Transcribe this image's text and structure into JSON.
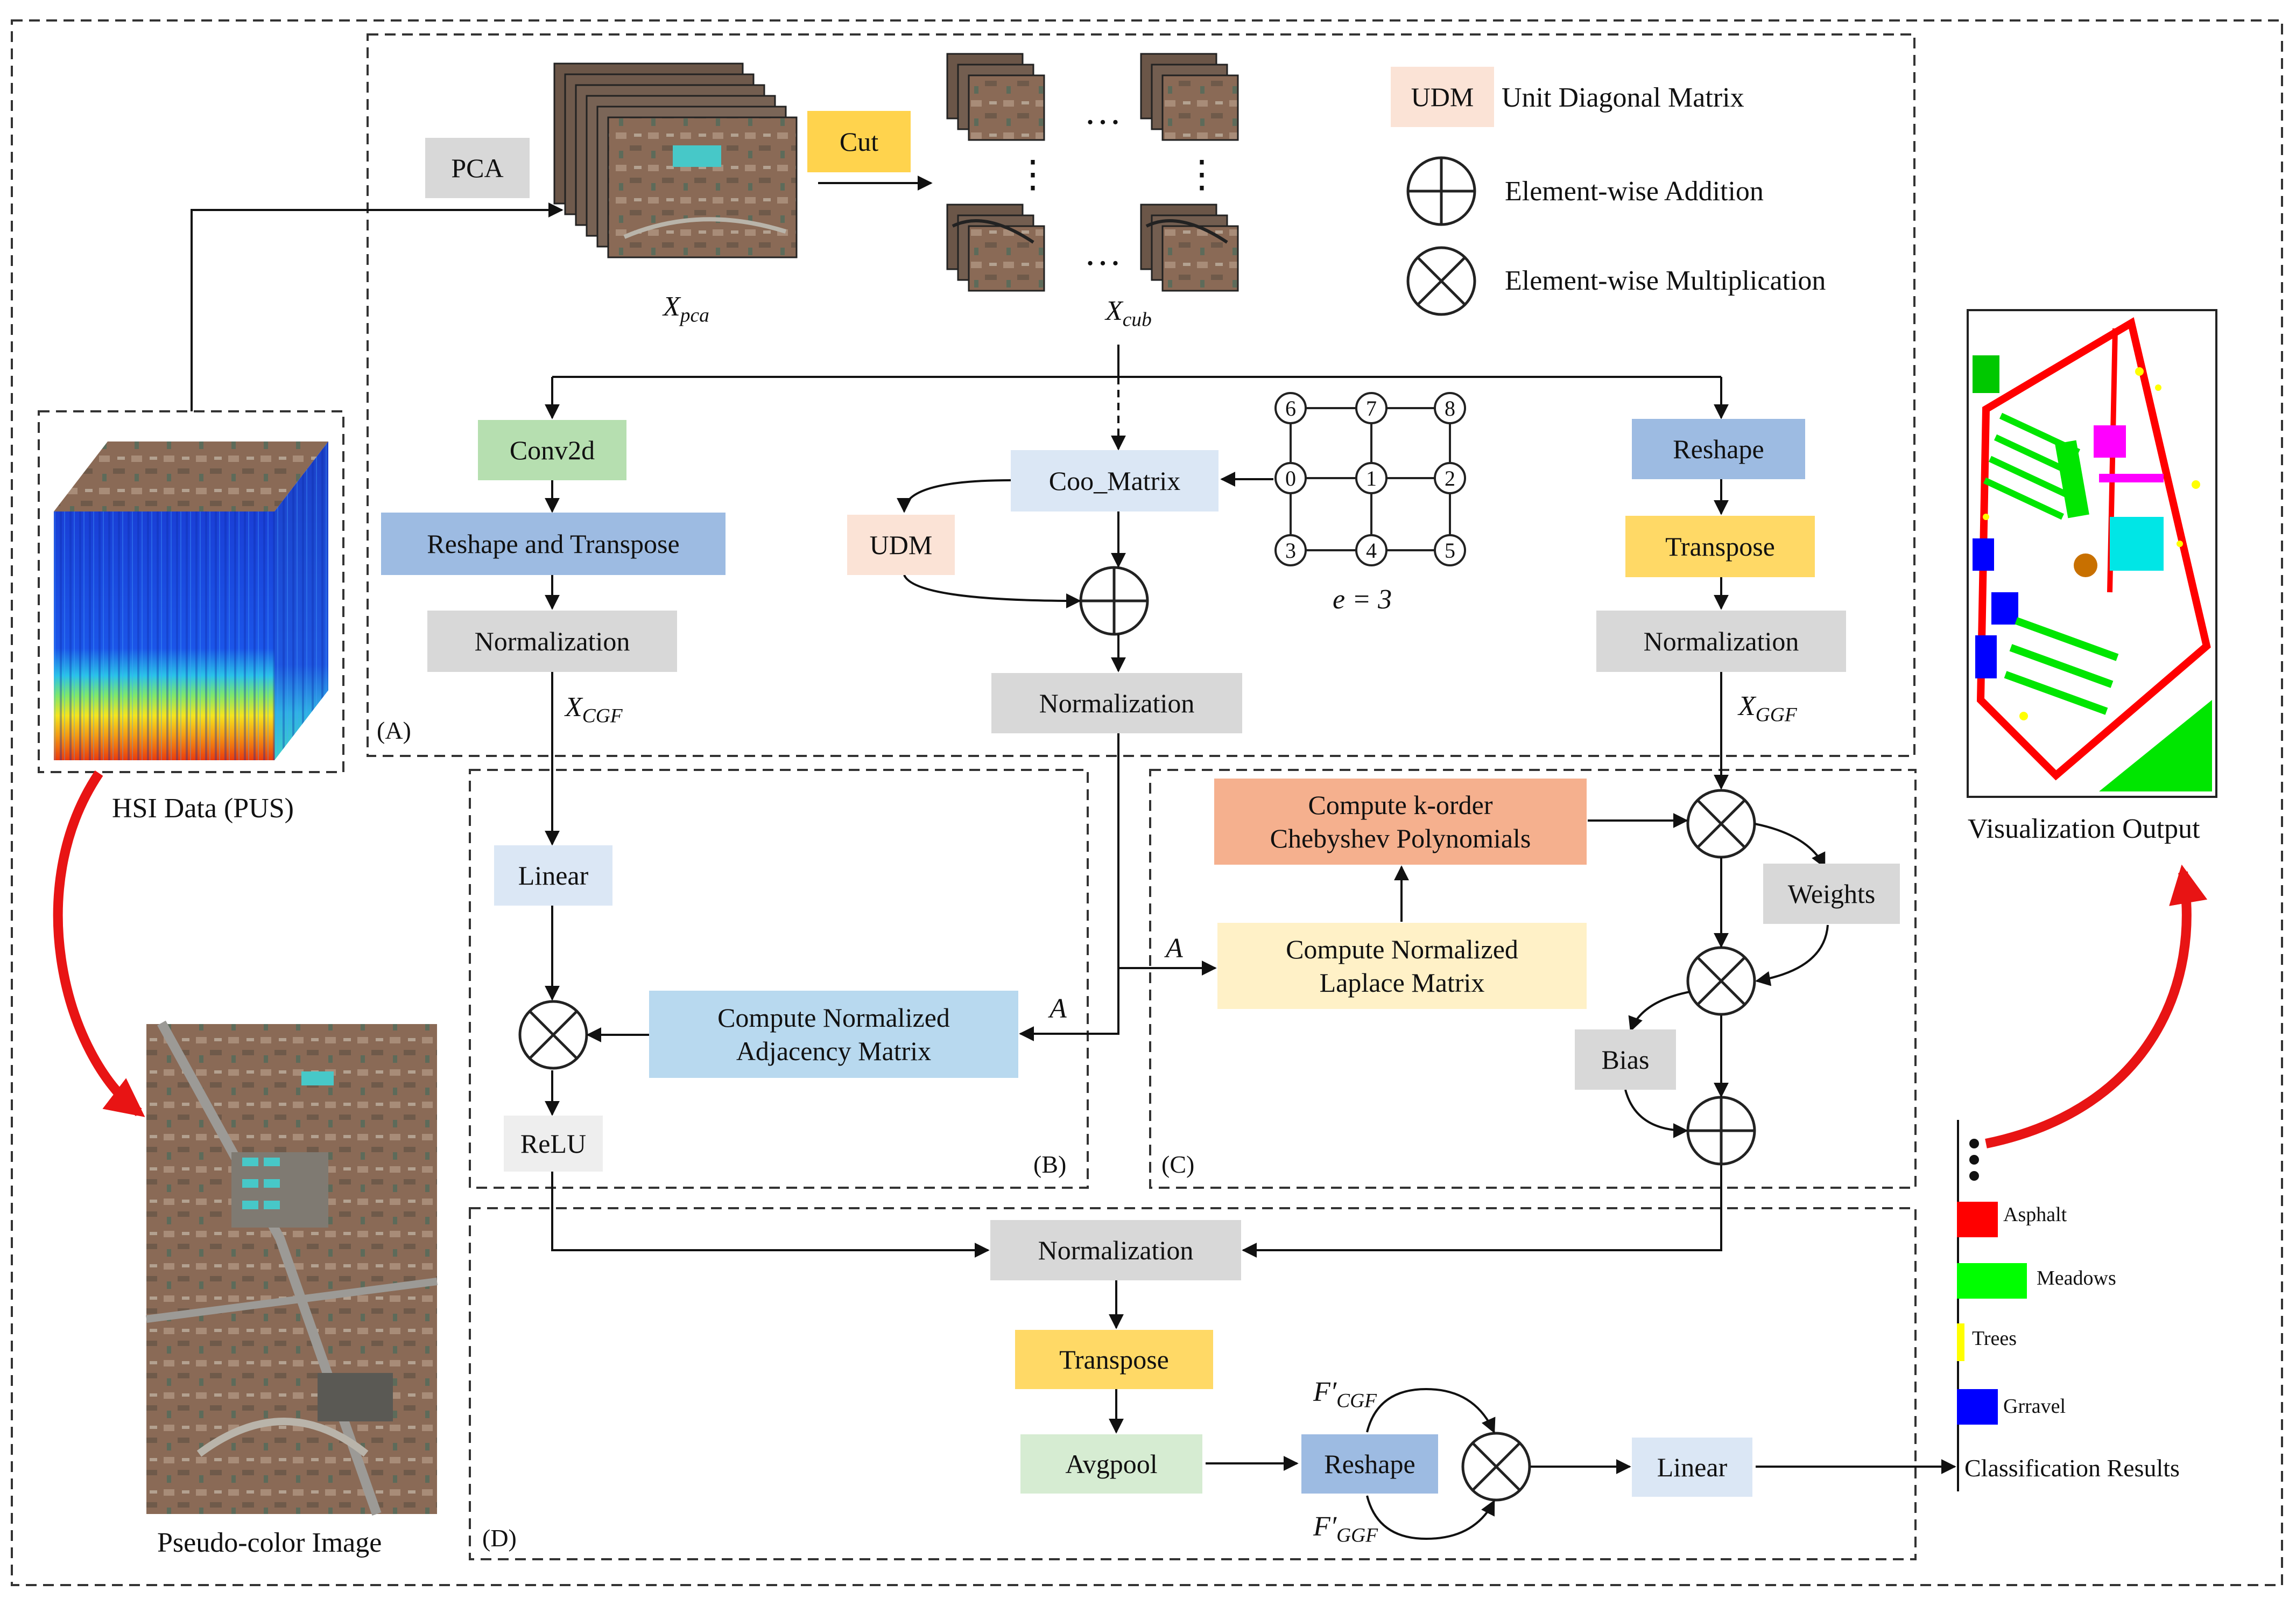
{
  "colors": {
    "grey": "#d8d8d8",
    "blue": "#9dbbe2",
    "lightblue": "#b8d9ef",
    "paleblue": "#dbe7f5",
    "green": "#b6dfb0",
    "yellow": "#ffd966",
    "paleyellow": "#fff1c7",
    "peach": "#fbe3d6",
    "orange": "#f5b08e",
    "cut": "#ffd34d"
  },
  "regions": {
    "a": "(A)",
    "b": "(B)",
    "c": "(C)",
    "d": "(D)"
  },
  "left": {
    "hsi_caption": "HSI Data (PUS)",
    "pseudo_caption": "Pseudo-color Image"
  },
  "top": {
    "pca": "PCA",
    "cut": "Cut",
    "x_pca_main": "X",
    "x_pca_sub": "pca",
    "x_cub_main": "X",
    "x_cub_sub": "cub",
    "dots": "…",
    "vdots": "⋮"
  },
  "legend_top": {
    "udm_abbr": "UDM",
    "udm_full": "Unit Diagonal Matrix",
    "add": "Element-wise Addition",
    "mul": "Element-wise Multiplication"
  },
  "branch_a": {
    "conv2d": "Conv2d",
    "reshape_transpose": "Reshape and Transpose",
    "normalization": "Normalization",
    "x_cgf_main": "X",
    "x_cgf_sub": "CGF"
  },
  "branch_mid": {
    "coo_matrix": "Coo_Matrix",
    "udm": "UDM",
    "normalization": "Normalization",
    "graph_nodes": [
      "6",
      "7",
      "8",
      "0",
      "1",
      "2",
      "3",
      "4",
      "5"
    ],
    "e_label": "e = 3"
  },
  "branch_right": {
    "reshape": "Reshape",
    "transpose": "Transpose",
    "normalization": "Normalization",
    "x_ggf_main": "X",
    "x_ggf_sub": "GGF"
  },
  "block_b": {
    "linear": "Linear",
    "relu": "ReLU",
    "adjacency_line1": "Compute Normalized",
    "adjacency_line2": "Adjacency Matrix",
    "a_label": "A"
  },
  "block_c": {
    "cheb_line1": "Compute k-order",
    "cheb_line2": "Chebyshev Polynomials",
    "laplace_line1": "Compute Normalized",
    "laplace_line2": "Laplace Matrix",
    "weights": "Weights",
    "bias": "Bias",
    "a_label": "A"
  },
  "block_d": {
    "normalization": "Normalization",
    "transpose": "Transpose",
    "avgpool": "Avgpool",
    "reshape": "Reshape",
    "linear": "Linear",
    "f_cgf_main": "F′",
    "f_cgf_sub": "CGF",
    "f_ggf_main": "F′",
    "f_ggf_sub": "GGF"
  },
  "output": {
    "visualization_caption": "Visualization Output",
    "classification_results": "Classification Results",
    "classes": [
      {
        "name": "Asphalt",
        "color": "#ff0000"
      },
      {
        "name": "Meadows",
        "color": "#00ff00"
      },
      {
        "name": "Trees",
        "color": "#ffff00"
      },
      {
        "name": "Grravel",
        "color": "#0000ff"
      }
    ]
  }
}
